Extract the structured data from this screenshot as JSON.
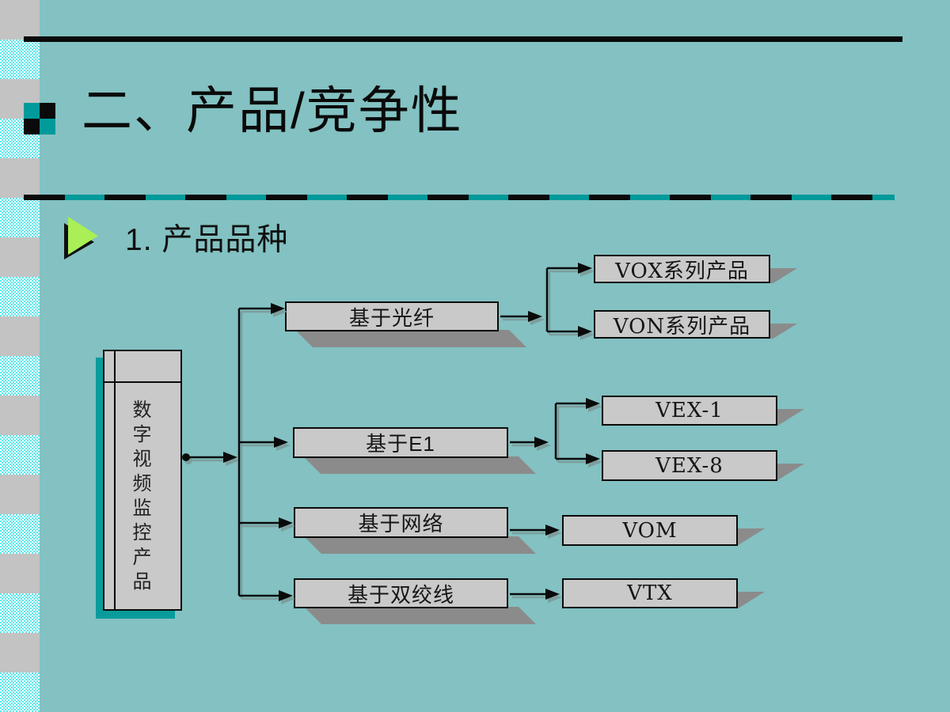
{
  "slide": {
    "title": "二、产品/竞争性",
    "bullet": "1. 产品品种"
  },
  "colors": {
    "background": "#83c1c2",
    "accent_teal": "#009a9a",
    "box_fill": "#c9c9c9",
    "box_border": "#0a0a0a",
    "shadow_gray": "#8b8b8b",
    "root_shadow_teal": "#089b9b",
    "bullet_green": "#a9ef55"
  },
  "diagram": {
    "root": "数字视频监控产品",
    "branches": [
      {
        "label": "基于光纤",
        "children": [
          "VOX系列产品",
          "VON系列产品"
        ]
      },
      {
        "label": "基于E1",
        "children": [
          "VEX-1",
          "VEX-8"
        ]
      },
      {
        "label": "基于网络",
        "children": [
          "VOM"
        ]
      },
      {
        "label": "基于双绞线",
        "children": [
          "VTX"
        ]
      }
    ]
  }
}
